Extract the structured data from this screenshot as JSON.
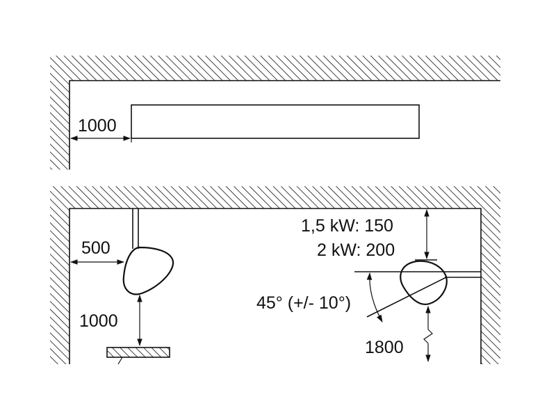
{
  "colors": {
    "stroke": "#111111",
    "background": "#ffffff"
  },
  "top_view": {
    "dimension_wall_to_heater": "1000"
  },
  "left_detail": {
    "dimension_side_clearance": "500",
    "dimension_height_clearance": "1000"
  },
  "right_detail": {
    "clearance_1_5kw": "1,5 kW: 150",
    "clearance_2kw": "2 kW: 200",
    "tilt_angle": "45° (+/- 10°)",
    "mounting_height": "1800"
  }
}
